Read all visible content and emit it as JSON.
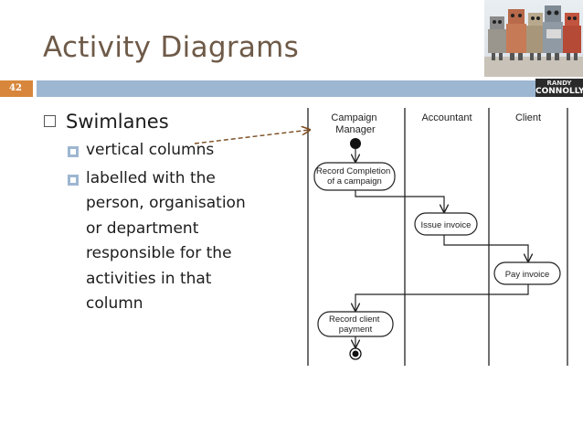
{
  "slide": {
    "title": "Activity Diagrams",
    "number": "42",
    "brand_line1": "RANDY",
    "brand_line2": "CONNOLLY"
  },
  "bullets": {
    "main": "Swimlanes",
    "sub": [
      {
        "text": "vertical columns"
      },
      {
        "lines": [
          "labelled with the",
          "person, organisation",
          "or department",
          "responsible for the",
          "activities in that",
          "column"
        ]
      }
    ]
  },
  "diagram": {
    "lanes": [
      {
        "lines": [
          "Campaign",
          "Manager"
        ]
      },
      {
        "lines": [
          "Accountant"
        ]
      },
      {
        "lines": [
          "Client"
        ]
      }
    ],
    "activities": [
      {
        "lines": [
          "Record Completion",
          "of a campaign"
        ]
      },
      {
        "lines": [
          "Issue invoice"
        ]
      },
      {
        "lines": [
          "Pay invoice"
        ]
      },
      {
        "lines": [
          "Record client",
          "payment"
        ]
      }
    ]
  },
  "colors": {
    "title": "#6e5a48",
    "slide_number_bg": "#d7863b",
    "header_bar": "#9db6d1",
    "pointer_line": "#7a4a1e"
  }
}
